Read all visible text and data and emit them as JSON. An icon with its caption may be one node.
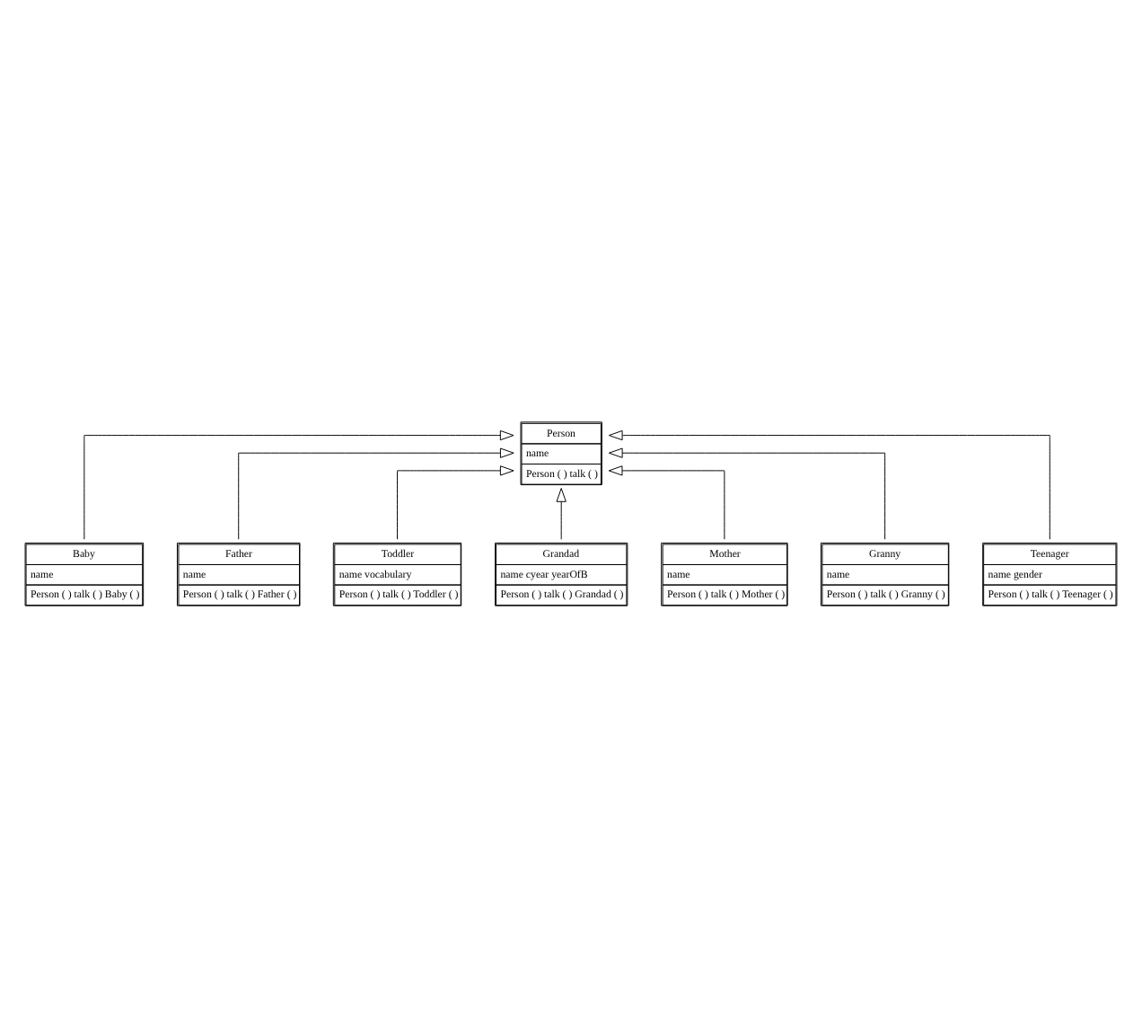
{
  "diagram": {
    "nodes": [
      {
        "text": [
          "Person",
          "name",
          "Person ( ) talk ( )"
        ]
      },
      {
        "text": [
          "Baby",
          "name",
          "Person ( ) talk ( ) Baby ( )"
        ]
      },
      {
        "text": [
          "Father",
          "name",
          "Person ( ) talk ( ) Father ( )"
        ]
      },
      {
        "text": [
          "Toddler",
          "name vocabulary",
          "Person ( ) talk ( ) Toddler ( )"
        ]
      },
      {
        "text": [
          "Grandad",
          "name cyear yearOfB",
          "Person ( ) talk ( ) Grandad ( )"
        ]
      },
      {
        "text": [
          "Mother",
          "name",
          "Person ( ) talk ( ) Mother ( )"
        ]
      },
      {
        "text": [
          "Granny",
          "name",
          "Person ( ) talk ( ) Granny ( )"
        ]
      },
      {
        "text": [
          "Teenager",
          "name gender",
          "Person ( ) talk ( ) Teenager ( )"
        ]
      }
    ],
    "edges": [
      {
        "from": 1,
        "to": 0,
        "arrow": "to"
      },
      {
        "from": 5,
        "to": 0,
        "arrow": "to"
      },
      {
        "from": 2,
        "to": 0,
        "arrow": "to"
      },
      {
        "from": 6,
        "to": 0,
        "arrow": "to"
      },
      {
        "from": 3,
        "to": 0,
        "arrow": "to"
      },
      {
        "from": 7,
        "to": 0,
        "arrow": "to"
      },
      {
        "from": 4,
        "to": 0,
        "arrow": "to"
      }
    ]
  }
}
